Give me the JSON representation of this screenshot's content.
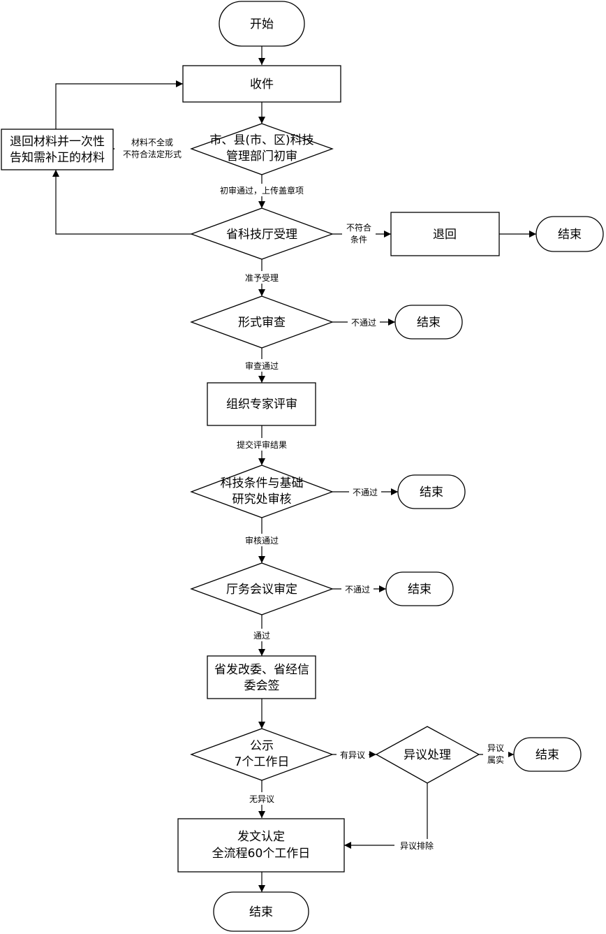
{
  "nodes": {
    "start": {
      "lines": [
        "开始"
      ]
    },
    "receive": {
      "lines": [
        "收件"
      ]
    },
    "return_materials": {
      "lines": [
        "退回材料并一次性",
        "告知需补正的材料"
      ]
    },
    "prelim_review": {
      "lines": [
        "市、县(市、区)科技",
        "管理部门初审"
      ]
    },
    "provincial_accept": {
      "lines": [
        "省科技厅受理"
      ]
    },
    "reject": {
      "lines": [
        "退回"
      ]
    },
    "end_reject": {
      "lines": [
        "结束"
      ]
    },
    "formal_review": {
      "lines": [
        "形式审查"
      ]
    },
    "end_formal": {
      "lines": [
        "结束"
      ]
    },
    "expert_review": {
      "lines": [
        "组织专家评审"
      ]
    },
    "dept_audit": {
      "lines": [
        "科技条件与基础",
        "研究处审核"
      ]
    },
    "end_dept": {
      "lines": [
        "结束"
      ]
    },
    "meeting": {
      "lines": [
        "厅务会议审定"
      ]
    },
    "end_meeting": {
      "lines": [
        "结束"
      ]
    },
    "countersign": {
      "lines": [
        "省发改委、省经信",
        "委会签"
      ]
    },
    "publicity": {
      "lines": [
        "公示",
        "7个工作日"
      ]
    },
    "objection": {
      "lines": [
        "异议处理"
      ]
    },
    "end_objection": {
      "lines": [
        "结束"
      ]
    },
    "issue": {
      "lines": [
        "发文认定",
        "全流程60个工作日"
      ]
    },
    "end_final": {
      "lines": [
        "结束"
      ]
    }
  },
  "edges": {
    "incomplete": {
      "lines": [
        "材料不全或",
        "不符合法定形式"
      ]
    },
    "upload_stamp": {
      "lines": [
        "初审通过，上传盖章项"
      ]
    },
    "not_qualified": {
      "lines": [
        "不符合",
        "条件"
      ]
    },
    "accepted": {
      "lines": [
        "准予受理"
      ]
    },
    "formal_fail": {
      "lines": [
        "不通过"
      ]
    },
    "formal_pass": {
      "lines": [
        "审查通过"
      ]
    },
    "submit_result": {
      "lines": [
        "提交评审结果"
      ]
    },
    "dept_fail": {
      "lines": [
        "不通过"
      ]
    },
    "dept_pass": {
      "lines": [
        "审核通过"
      ]
    },
    "meeting_fail": {
      "lines": [
        "不通过"
      ]
    },
    "meeting_pass": {
      "lines": [
        "通过"
      ]
    },
    "has_objection": {
      "lines": [
        "有异议"
      ]
    },
    "objection_true": {
      "lines": [
        "异议",
        "属实"
      ]
    },
    "no_objection": {
      "lines": [
        "无异议"
      ]
    },
    "objection_cleared": {
      "lines": [
        "异议排除"
      ]
    }
  }
}
